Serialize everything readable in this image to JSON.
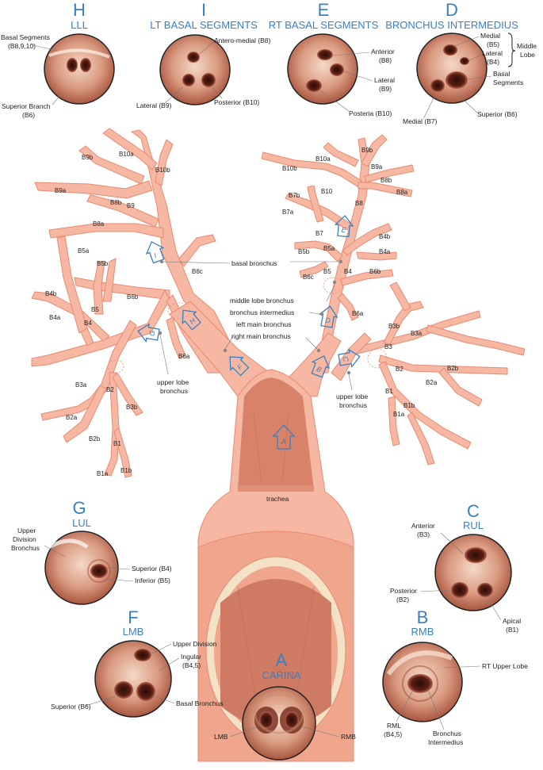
{
  "panels": {
    "H": {
      "letter": "H",
      "title": "LLL"
    },
    "I": {
      "letter": "I",
      "title": "LT BASAL SEGMENTS"
    },
    "E": {
      "letter": "E",
      "title": "RT BASAL SEGMENTS"
    },
    "D": {
      "letter": "D",
      "title": "BRONCHUS INTERMEDIUS"
    },
    "G": {
      "letter": "G",
      "title": "LUL"
    },
    "C": {
      "letter": "C",
      "title": "RUL"
    },
    "F": {
      "letter": "F",
      "title": "LMB"
    },
    "B": {
      "letter": "B",
      "title": "RMB"
    },
    "A": {
      "letter": "A",
      "title": "CARINA"
    }
  },
  "scope_labels": {
    "h_basal": "Basal Segments",
    "h_basal_sub": "(B8,9,10)",
    "h_superior": "Superior Branch",
    "h_superior_sub": "(B6)",
    "i_anteromedial": "Antero-medial (B8)",
    "i_lateral": "Lateral (B9)",
    "i_posterior": "Posterior (B10)",
    "e_anterior": "Anterior",
    "e_anterior_sub": "(B8)",
    "e_lateral": "Lateral",
    "e_lateral_sub": "(B9)",
    "e_posteria": "Posteria (B10)",
    "d_medial": "Medial",
    "d_medial_sub": "(B5)",
    "d_lateral": "Lateral",
    "d_lateral_sub": "(B4)",
    "d_middle": "Middle",
    "d_lobe": "Lobe",
    "d_basal": "Basal",
    "d_segments": "Segments",
    "d_superior": "Superior (B6)",
    "d_medial7": "Medial (B7)",
    "g_upper": "Upper",
    "g_division": "Division",
    "g_bronchus": "Bronchus",
    "g_superior": "Superior (B4)",
    "g_inferior": "Inferior (B5)",
    "c_anterior": "Anterior",
    "c_anterior_sub": "(B3)",
    "c_posterior": "Posterior",
    "c_posterior_sub": "(B2)",
    "c_apical": "Apical",
    "c_apical_sub": "(B1)",
    "f_upper_division": "Upper Division",
    "f_ingular": "Ingular",
    "f_ingular_sub": "(B4,5)",
    "f_superior": "Superior (B6)",
    "f_basal": "Basal Bronchus",
    "b_rt_upper": "RT Upper Lobe",
    "b_rml": "RML",
    "b_rml_sub": "(B4,5)",
    "b_bronchus": "Bronchus",
    "b_intermedius": "Intermedius",
    "a_lmb": "LMB",
    "a_rmb": "RMB"
  },
  "tree_labels": {
    "basal_bronchus": "basal bronchus",
    "middle_lobe_bronchus": "middle lobe bronchus",
    "bronchus_intermedius": "bronchus intermedius",
    "left_main_bronchus": "left main bronchus",
    "right_main_bronchus": "right main bronchus",
    "upper_lobe_bronchus_l1": "upper lobe",
    "upper_lobe_bronchus_l2": "bronchus",
    "upper_lobe_bronchus_r1": "upper lobe",
    "upper_lobe_bronchus_r2": "bronchus",
    "trachea": "trachea"
  },
  "segments": {
    "B9b": "B9b",
    "B10a": "B10a",
    "B10b": "B10b",
    "B9a": "B9a",
    "B8b": "B8b",
    "B9": "B9",
    "B8a": "B8a",
    "B5a": "B5a",
    "B5b": "B5b",
    "B6c": "B6c",
    "B4b": "B4b",
    "B5": "B5",
    "B6b": "B6b",
    "B4a": "B4a",
    "B4": "B4",
    "B6a": "B6a",
    "B3a": "B3a",
    "B2": "B2",
    "B3b": "B3b",
    "B2a": "B2a",
    "B2b": "B2b",
    "B1": "B1",
    "B1a": "B1a",
    "B1b": "B1b",
    "rB9b": "B9b",
    "rB10b": "B10b",
    "rB10a": "B10a",
    "rB9a": "B9a",
    "rB8b": "B8b",
    "rB10": "B10",
    "rB8a": "B8a",
    "rB8": "B8",
    "rB7b": "B7b",
    "rB7a": "B7a",
    "rB7": "B7",
    "rB4b": "B4b",
    "rB5a": "B5a",
    "rB5b": "B5b",
    "rB4a": "B4a",
    "rB5": "B5",
    "rB4": "B4",
    "rB6c": "B6c",
    "rB6b": "B6b",
    "rB6a": "B6a",
    "rB3b": "B3b",
    "rB3a": "B3a",
    "rB3": "B3",
    "rB2": "B2",
    "rB2b": "B2b",
    "rB2a": "B2a",
    "rB1": "B1",
    "rB1b": "B1b",
    "rB1a": "B1a"
  },
  "arrow_letters": [
    "A",
    "B",
    "C",
    "D",
    "E",
    "F",
    "G",
    "H",
    "I"
  ],
  "colors": {
    "accent": "#3a7fc1",
    "tissue": "#f6b8a3",
    "tissue_stroke": "#e88a72",
    "trachea_inner": "#d9826a"
  }
}
